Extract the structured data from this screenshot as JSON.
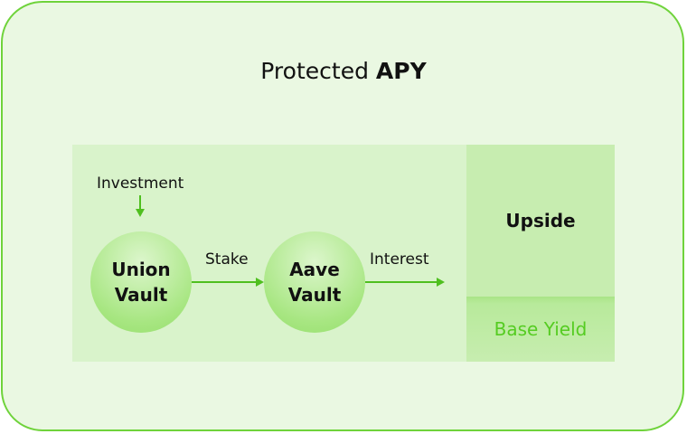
{
  "title": {
    "prefix": "Protected",
    "emphasis": "APY"
  },
  "diagram": {
    "investment_label": "Investment",
    "union_vault": {
      "line1": "Union",
      "line2": "Vault"
    },
    "stake_label": "Stake",
    "aave_vault": {
      "line1": "Aave",
      "line2": "Vault"
    },
    "interest_label": "Interest"
  },
  "yield_column": {
    "upside_label": "Upside",
    "base_yield_label": "Base Yield"
  },
  "colors": {
    "border": "#6fd33b",
    "arrow": "#4fbf1f",
    "base_yield_text": "#55cc22"
  }
}
